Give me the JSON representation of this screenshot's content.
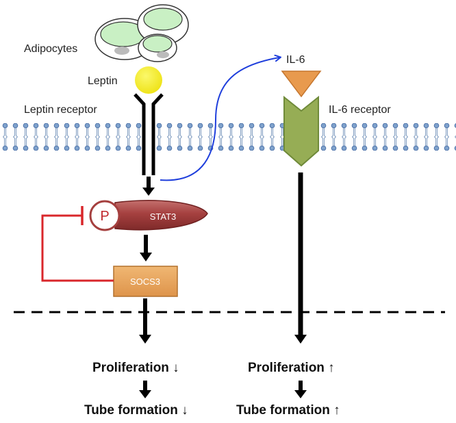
{
  "labels": {
    "adipocytes": "Adipocytes",
    "leptin": "Leptin",
    "leptin_receptor": "Leptin receptor",
    "il6": "IL-6",
    "il6_receptor": "IL-6 receptor",
    "phospho": "P",
    "stat3": "STAT3",
    "socs3": "SOCS3",
    "left_proliferation": "Proliferation ↓",
    "left_tube": "Tube formation ↓",
    "right_proliferation": "Proliferation ↑",
    "right_tube": "Tube formation ↑"
  },
  "colors": {
    "leptin": "#f6f21e",
    "il6": "#e89a4e",
    "il6_receptor": "#96ad55",
    "stat3": "#a5403f",
    "socs3": "#e6a159",
    "inhibition": "#d9262a",
    "secretion_arrow": "#1f3fdc",
    "membrane": "#4b73a8",
    "cell_nucleus": "#c9f0c4"
  }
}
